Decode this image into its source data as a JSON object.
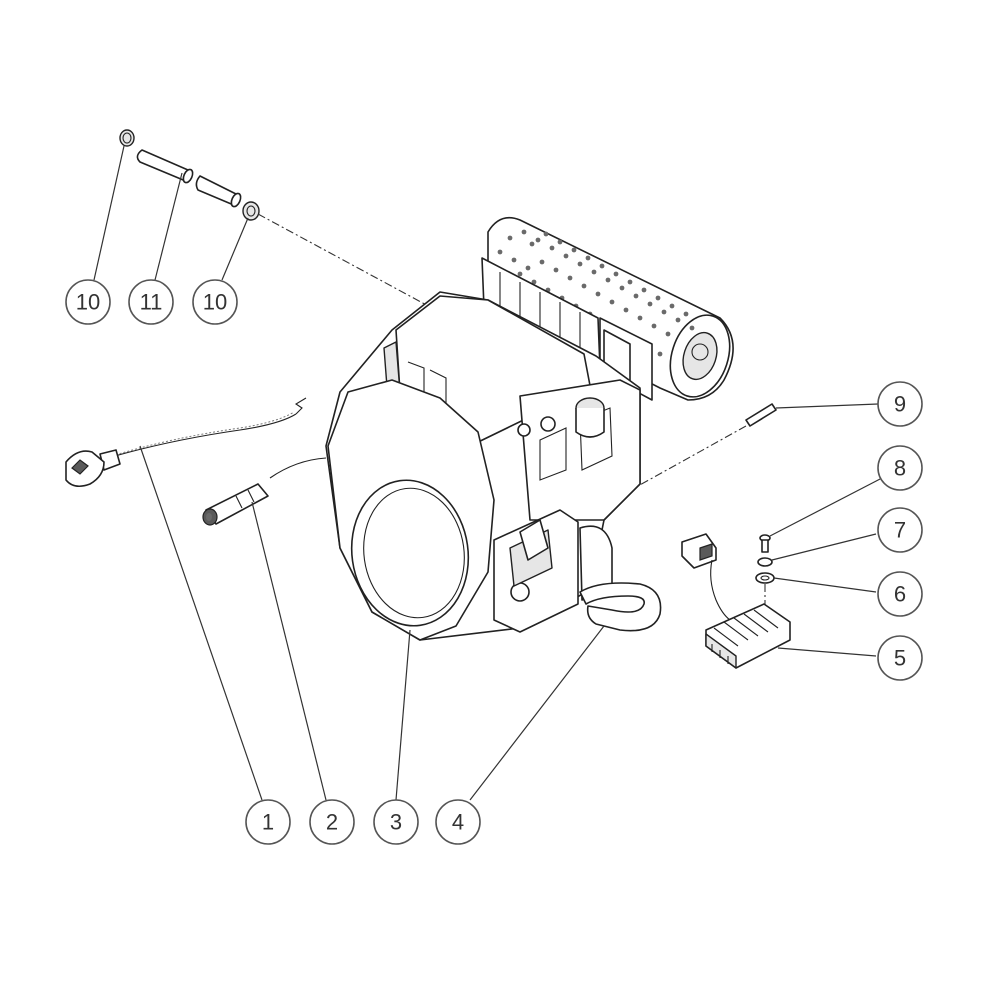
{
  "callouts": [
    {
      "id": "c10a",
      "label": "10"
    },
    {
      "id": "c11",
      "label": "11"
    },
    {
      "id": "c10b",
      "label": "10"
    },
    {
      "id": "c9",
      "label": "9"
    },
    {
      "id": "c8",
      "label": "8"
    },
    {
      "id": "c7",
      "label": "7"
    },
    {
      "id": "c6",
      "label": "6"
    },
    {
      "id": "c5",
      "label": "5"
    },
    {
      "id": "c1",
      "label": "1"
    },
    {
      "id": "c2",
      "label": "2"
    },
    {
      "id": "c3",
      "label": "3"
    },
    {
      "id": "c4",
      "label": "4"
    }
  ],
  "parts": {
    "p1": "choke-cable",
    "p2": "throttle-cable-connector",
    "p3": "engine",
    "p4": "fuel-hose",
    "p5": "voltage-regulator",
    "p6": "washer",
    "p7": "lock-washer",
    "p8": "screw",
    "p9": "pin",
    "p10": "hose-clamp",
    "p11": "hose"
  }
}
